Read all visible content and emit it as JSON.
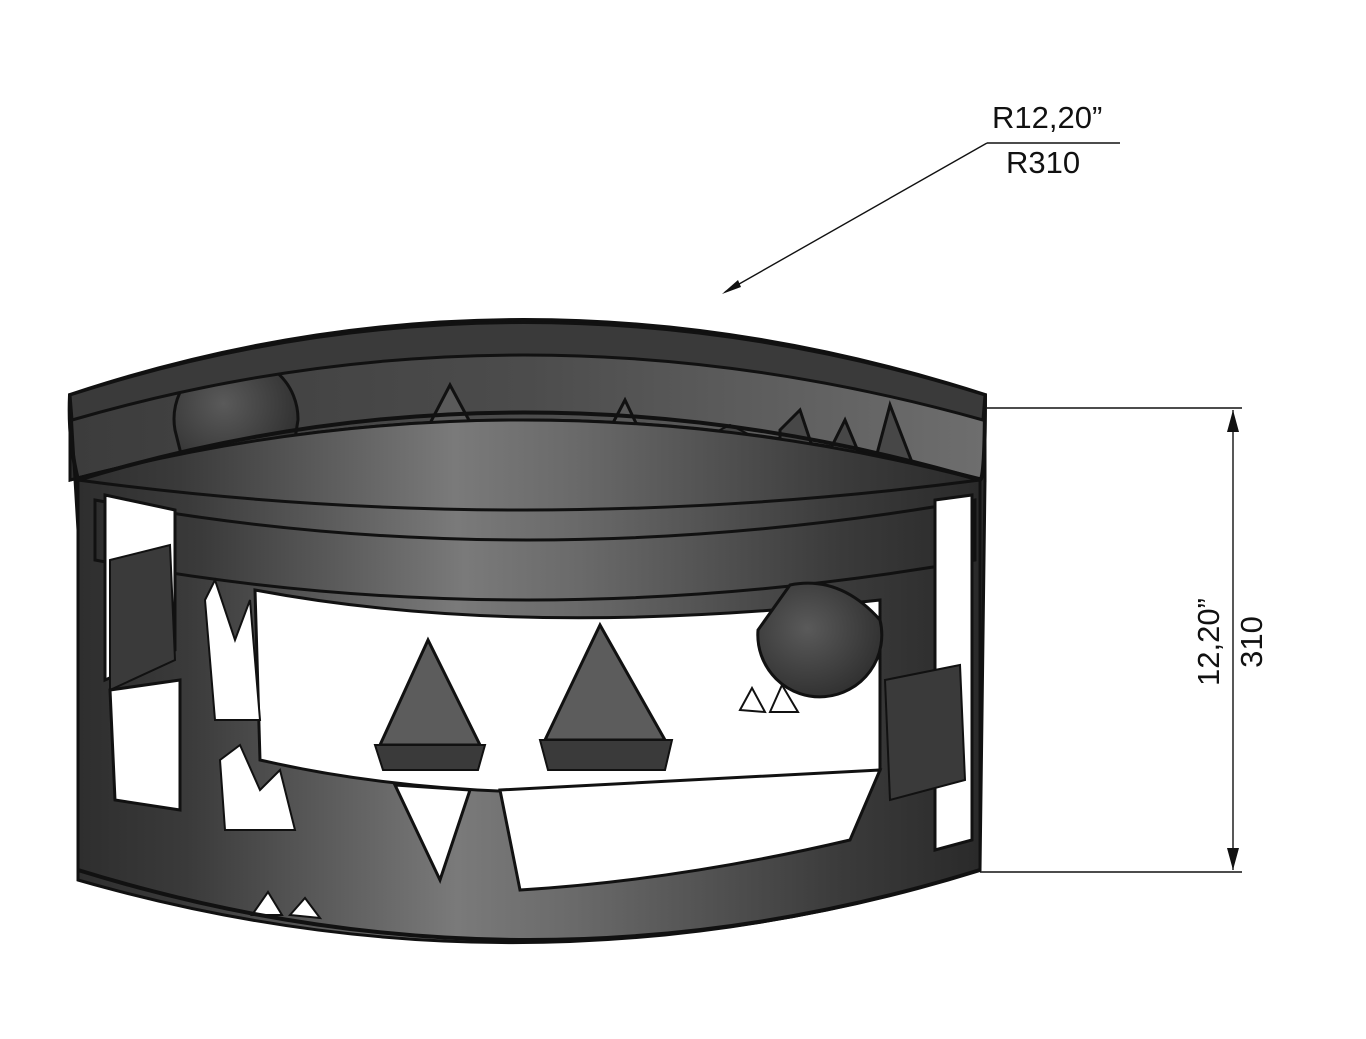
{
  "radius_dimension": {
    "imperial": "R12,20”",
    "metric": "R310"
  },
  "height_dimension": {
    "imperial": "12,20”",
    "metric": "310"
  },
  "colors": {
    "steel_dark": "#2a2a2a",
    "steel_mid": "#6a6a6a",
    "steel_light": "#8c8c8c",
    "cutout": "#ffffff",
    "line": "#111111"
  }
}
